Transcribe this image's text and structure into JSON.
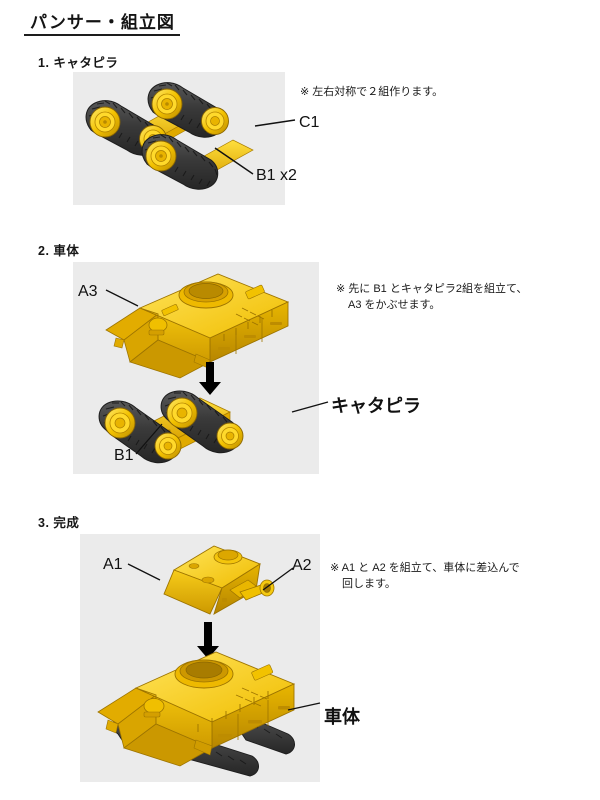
{
  "document": {
    "title": "パンサー・組立図"
  },
  "sections": [
    {
      "id": "sec1",
      "heading": "1. キャタピラ",
      "note": "※ 左右対称で２組作ります。",
      "labels": [
        {
          "name": "c1",
          "text": "C1"
        },
        {
          "name": "b1x2",
          "text": "B1 x2"
        }
      ]
    },
    {
      "id": "sec2",
      "heading": "2. 車体",
      "note_line1": "※ 先に B1 とキャタピラ2組を組立て、",
      "note_line2": "A3 をかぶせます。",
      "labels": [
        {
          "name": "a3",
          "text": "A3"
        },
        {
          "name": "caterpillar",
          "text": "キャタピラ"
        },
        {
          "name": "b1",
          "text": "B1"
        }
      ]
    },
    {
      "id": "sec3",
      "heading": "3. 完成",
      "note_line1": "※ A1 と A2 を組立て、車体に差込んで",
      "note_line2": "回します。",
      "labels": [
        {
          "name": "a1",
          "text": "A1"
        },
        {
          "name": "a2",
          "text": "A2"
        },
        {
          "name": "body",
          "text": "車体"
        }
      ]
    }
  ],
  "colors": {
    "panel_bg": "#ebebeb",
    "yellow_light": "#ffe14d",
    "yellow": "#f5c400",
    "yellow_mid": "#e8b500",
    "yellow_dark": "#c79400",
    "yellow_deep": "#a87c00",
    "track_dark": "#2f2f2f",
    "track_mid": "#444444",
    "track_light": "#5a5a5a",
    "ink": "#111111",
    "arrow": "#000000"
  }
}
